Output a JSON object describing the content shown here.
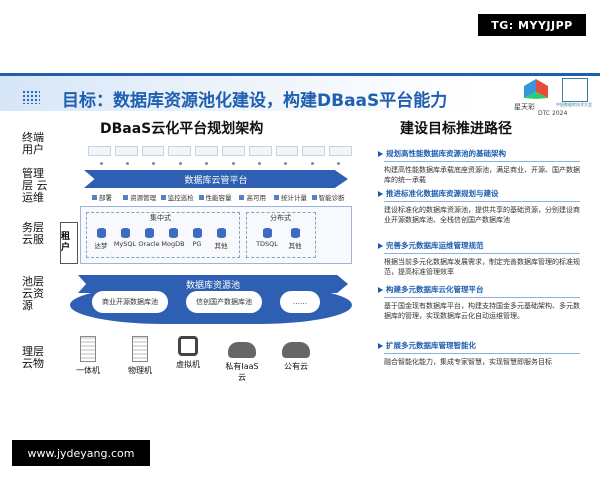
{
  "watermark_top": "TG: MYYJJPP",
  "watermark_bottom": "www.jydeyang.com",
  "slide_title": "目标：数据库资源池化建设，构建DBaaS平台能力",
  "logo_text": "星天彩",
  "logo2_text": "中国数据库技术大会",
  "event": "DTC 2024",
  "diagram_title": "DBaaS云化平台规划架构",
  "right_title": "建设目标推进路径",
  "layers": {
    "user": "终端用户",
    "mgmt": "管理层 云运维",
    "service": "务层 云服",
    "pool": "池层 云资源",
    "physical": "理层 云物"
  },
  "mgmt_platform": "数据库云管平台",
  "tools": [
    "部署",
    "资源管理",
    "监控巡检",
    "性能容量",
    "高可用",
    "统计计量",
    "智能诊断"
  ],
  "tenant": "租户",
  "centralized": {
    "label": "集中式",
    "dbs": [
      "达梦",
      "MySQL",
      "Oracle",
      "MogDB",
      "PG",
      "其他"
    ]
  },
  "distributed": {
    "label": "分布式",
    "dbs": [
      "TDSQL",
      "其他"
    ]
  },
  "pool_bar": "数据库资源池",
  "pools": [
    "商业开源数据库池",
    "信创国产数据库池",
    "……"
  ],
  "resources": [
    "一体机",
    "物理机",
    "虚拟机",
    "私有IaaS云",
    "公有云"
  ],
  "goals": [
    {
      "title": "规划高性能数据库资源池的基础架构",
      "desc": "构建高性能数据库承载底座资源池，满足商业、开源、国产数据库的统一承载"
    },
    {
      "title": "推进标准化数据库资源规划与建设",
      "desc": "建设标准化的数据库资源池，提供共享的基础资源，分别建设商业开源数据库池、全栈信创国产数据库池"
    },
    {
      "title": "完善多元数据库运维管理规范",
      "desc": "根据当前多元化数据库发展需求，制定完善数据库管理的标准规范，提高标准管理效率"
    },
    {
      "title": "构建多元数据库云化管理平台",
      "desc": "基于国金现有数据库平台，构建支持国金多元基础架构、多元数据库的管理，实现数据库云化自动运维管理。"
    },
    {
      "title": "扩展多元数据库管理智能化",
      "desc": "融合智能化能力，集成专家智慧，实现智慧即服务目标"
    }
  ],
  "colors": {
    "primary": "#2e5fb3",
    "title_blue": "#1f5fb0"
  }
}
